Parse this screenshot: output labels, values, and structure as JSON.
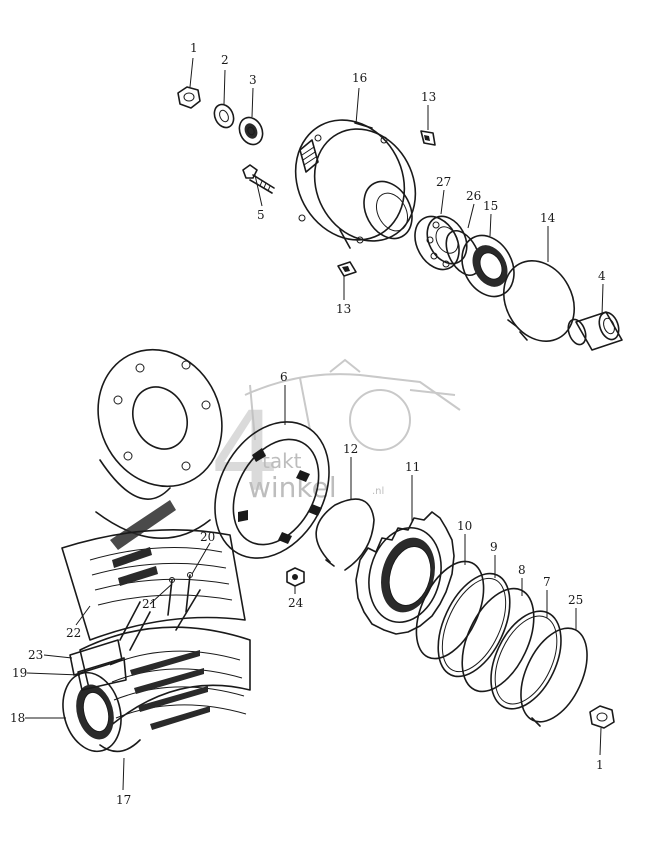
{
  "watermark": {
    "big": "4",
    "line1": "takt",
    "line2": "winkel",
    "suffix": ".nl"
  },
  "labels": {
    "p1a": "1",
    "p2": "2",
    "p3": "3",
    "p16": "16",
    "p13a": "13",
    "p5": "5",
    "p27": "27",
    "p26": "26",
    "p15": "15",
    "p14": "14",
    "p4": "4",
    "p13b": "13",
    "p6": "6",
    "p12": "12",
    "p11": "11",
    "p10": "10",
    "p9": "9",
    "p8": "8",
    "p7": "7",
    "p25": "25",
    "p20": "20",
    "p21": "21",
    "p22": "22",
    "p23": "23",
    "p19": "19",
    "p18": "18",
    "p17": "17",
    "p24": "24",
    "p1b": "1"
  }
}
